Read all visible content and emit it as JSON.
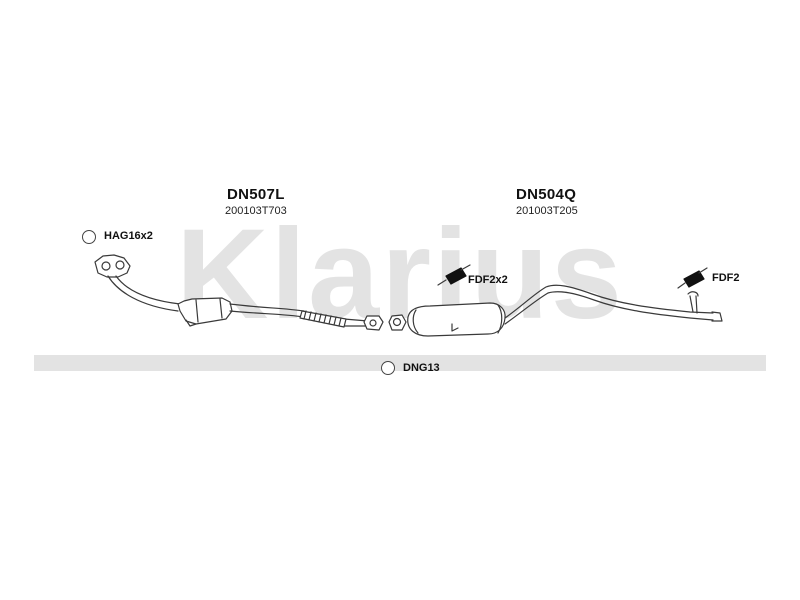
{
  "brand": {
    "watermark_text": "Klarius"
  },
  "parts": [
    {
      "code": "DN507L",
      "reference": "200103T703"
    },
    {
      "code": "DN504Q",
      "reference": "201003T205"
    }
  ],
  "accessories": {
    "hag": {
      "label": "HAG16x2",
      "icon": "ring-icon"
    },
    "dng": {
      "label": "DNG13",
      "icon": "ring-icon"
    },
    "fdf_mid": {
      "label": "FDF2x2",
      "icon": "hanger-icon"
    },
    "fdf_end": {
      "label": "FDF2",
      "icon": "hanger-icon"
    }
  },
  "colors": {
    "watermark": "#e3e3e3",
    "line": "#3a3a3a"
  }
}
